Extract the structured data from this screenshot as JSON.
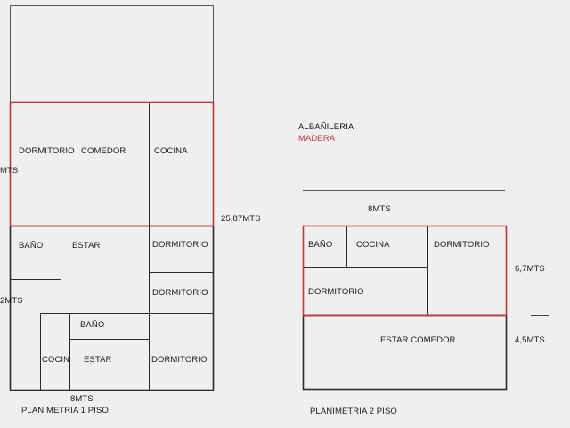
{
  "legend": {
    "albanileria": "ALBAÑILERIA",
    "madera": "MADERA"
  },
  "colors": {
    "masonry": "#1a1a1a",
    "wood": "#c0343c",
    "background": "#efefef"
  },
  "plan1": {
    "caption": "PLANIMETRIA 1 PISO",
    "rooms": {
      "dormitorio_top": "DORMITORIO",
      "comedor": "COMEDOR",
      "cocina": "COCINA",
      "bano_1": "BAÑO",
      "estar_1": "ESTAR",
      "dormitorio_r1": "DORMITORIO",
      "dormitorio_r2": "DORMITORIO",
      "bano_2": "BAÑO",
      "cocin": "COCIN",
      "estar_2": "ESTAR",
      "dormitorio_r3": "DORMITORIO"
    },
    "dims": {
      "width": "8MTS",
      "right": "25,87MTS",
      "left_top": "MTS",
      "left_bottom": "2MTS"
    }
  },
  "plan2": {
    "caption": "PLANIMETRIA 2 PISO",
    "rooms": {
      "bano": "BAÑO",
      "cocina": "COCINA",
      "dormitorio_a": "DORMITORIO",
      "dormitorio_b": "DORMITORIO",
      "estar_comedor": "ESTAR COMEDOR"
    },
    "dims": {
      "width": "8MTS",
      "upper": "6,7MTS",
      "lower": "4,5MTS"
    }
  }
}
